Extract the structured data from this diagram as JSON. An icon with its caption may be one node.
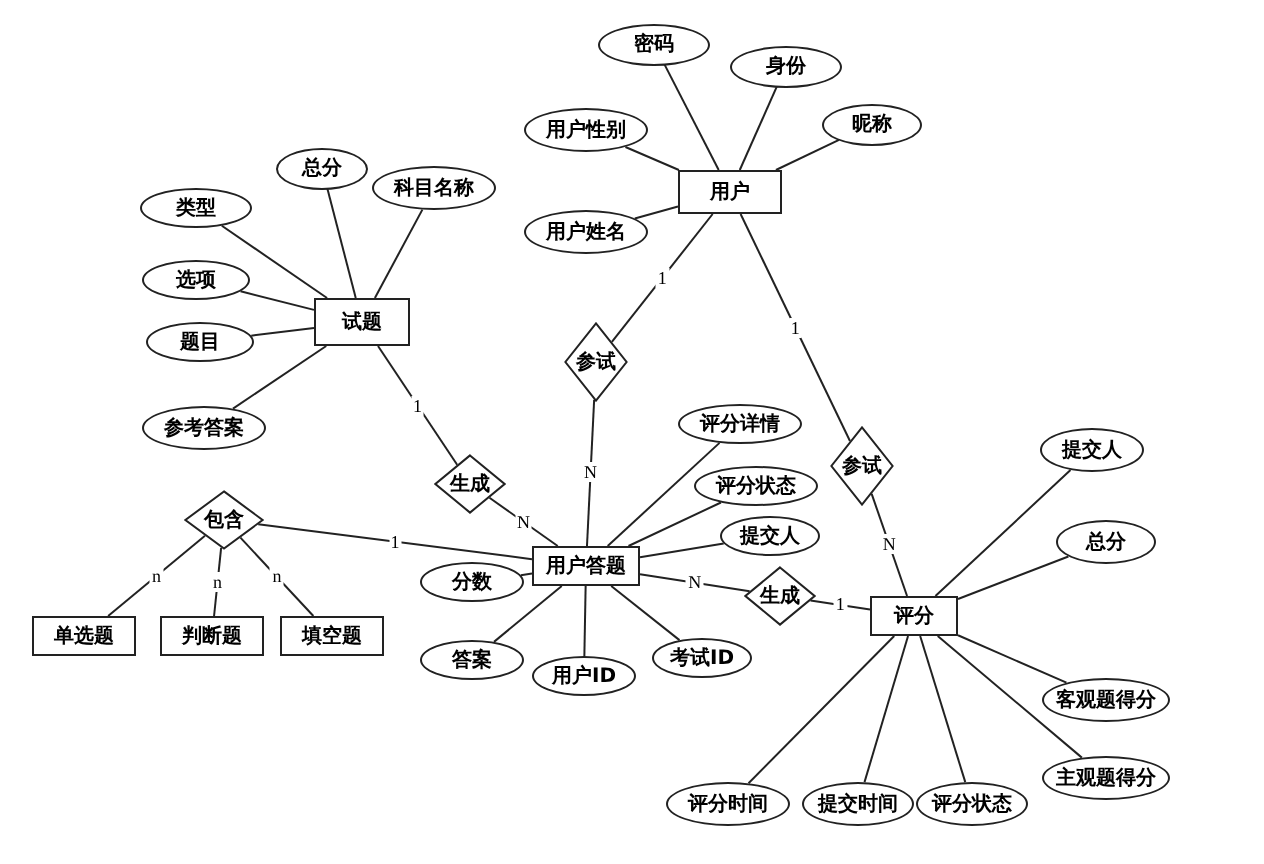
{
  "diagram": {
    "nodes": [
      {
        "text": [
          "用户"
        ]
      },
      {
        "text": [
          "密码"
        ]
      },
      {
        "text": [
          "身份"
        ]
      },
      {
        "text": [
          "用户性别"
        ]
      },
      {
        "text": [
          "用户姓名"
        ]
      },
      {
        "text": [
          "昵称"
        ]
      },
      {
        "text": [
          "试题"
        ]
      },
      {
        "text": [
          "总分"
        ]
      },
      {
        "text": [
          "科目名称"
        ]
      },
      {
        "text": [
          "类型"
        ]
      },
      {
        "text": [
          "选项"
        ]
      },
      {
        "text": [
          "题目"
        ]
      },
      {
        "text": [
          "参考答案"
        ]
      },
      {
        "text": [
          "参试"
        ]
      },
      {
        "text": [
          "生成"
        ]
      },
      {
        "text": [
          "用户答题"
        ]
      },
      {
        "text": [
          "参试"
        ]
      },
      {
        "text": [
          "评分详情"
        ]
      },
      {
        "text": [
          "评分状态"
        ]
      },
      {
        "text": [
          "提交人"
        ]
      },
      {
        "text": [
          "分数"
        ]
      },
      {
        "text": [
          "答案"
        ]
      },
      {
        "text": [
          "用户ID"
        ]
      },
      {
        "text": [
          "考试ID"
        ]
      },
      {
        "text": [
          "生成"
        ]
      },
      {
        "text": [
          "评分"
        ]
      },
      {
        "text": [
          "提交人"
        ]
      },
      {
        "text": [
          "总分"
        ]
      },
      {
        "text": [
          "客观题得分"
        ]
      },
      {
        "text": [
          "主观题得分"
        ]
      },
      {
        "text": [
          "评分时间"
        ]
      },
      {
        "text": [
          "提交时间"
        ]
      },
      {
        "text": [
          "评分状态"
        ]
      },
      {
        "text": [
          "包含"
        ]
      },
      {
        "text": [
          "单选题"
        ]
      },
      {
        "text": [
          "判断题"
        ]
      },
      {
        "text": [
          "填空题"
        ]
      }
    ],
    "edges": [
      {
        "from": 0,
        "to": 1,
        "arrow": "none"
      },
      {
        "from": 0,
        "to": 2,
        "arrow": "none"
      },
      {
        "from": 0,
        "to": 3,
        "arrow": "none"
      },
      {
        "from": 0,
        "to": 4,
        "arrow": "none"
      },
      {
        "from": 0,
        "to": 5,
        "arrow": "none"
      },
      {
        "from": 6,
        "to": 7,
        "arrow": "none"
      },
      {
        "from": 6,
        "to": 8,
        "arrow": "none"
      },
      {
        "from": 6,
        "to": 9,
        "arrow": "none"
      },
      {
        "from": 6,
        "to": 10,
        "arrow": "none"
      },
      {
        "from": 6,
        "to": 11,
        "arrow": "none"
      },
      {
        "from": 6,
        "to": 12,
        "arrow": "none"
      },
      {
        "from": 0,
        "to": 13,
        "arrow": "none",
        "label": "1"
      },
      {
        "from": 13,
        "to": 15,
        "arrow": "none",
        "label": "N"
      },
      {
        "from": 6,
        "to": 14,
        "arrow": "none",
        "label": "1"
      },
      {
        "from": 14,
        "to": 15,
        "arrow": "none",
        "label": "N"
      },
      {
        "from": 0,
        "to": 16,
        "arrow": "none",
        "label": "1"
      },
      {
        "from": 16,
        "to": 25,
        "arrow": "none",
        "label": "N"
      },
      {
        "from": 15,
        "to": 17,
        "arrow": "none"
      },
      {
        "from": 15,
        "to": 18,
        "arrow": "none"
      },
      {
        "from": 15,
        "to": 19,
        "arrow": "none"
      },
      {
        "from": 15,
        "to": 20,
        "arrow": "none"
      },
      {
        "from": 15,
        "to": 21,
        "arrow": "none"
      },
      {
        "from": 15,
        "to": 22,
        "arrow": "none"
      },
      {
        "from": 15,
        "to": 23,
        "arrow": "none"
      },
      {
        "from": 15,
        "to": 24,
        "arrow": "none",
        "label": "N"
      },
      {
        "from": 24,
        "to": 25,
        "arrow": "none",
        "label": "1"
      },
      {
        "from": 25,
        "to": 26,
        "arrow": "none"
      },
      {
        "from": 25,
        "to": 27,
        "arrow": "none"
      },
      {
        "from": 25,
        "to": 28,
        "arrow": "none"
      },
      {
        "from": 25,
        "to": 29,
        "arrow": "none"
      },
      {
        "from": 25,
        "to": 30,
        "arrow": "none"
      },
      {
        "from": 25,
        "to": 31,
        "arrow": "none"
      },
      {
        "from": 25,
        "to": 32,
        "arrow": "none"
      },
      {
        "from": 33,
        "to": 15,
        "arrow": "none",
        "label": "1"
      },
      {
        "from": 33,
        "to": 34,
        "arrow": "none",
        "label": "n"
      },
      {
        "from": 33,
        "to": 35,
        "arrow": "none",
        "label": "n"
      },
      {
        "from": 33,
        "to": 36,
        "arrow": "none",
        "label": "n"
      }
    ]
  }
}
